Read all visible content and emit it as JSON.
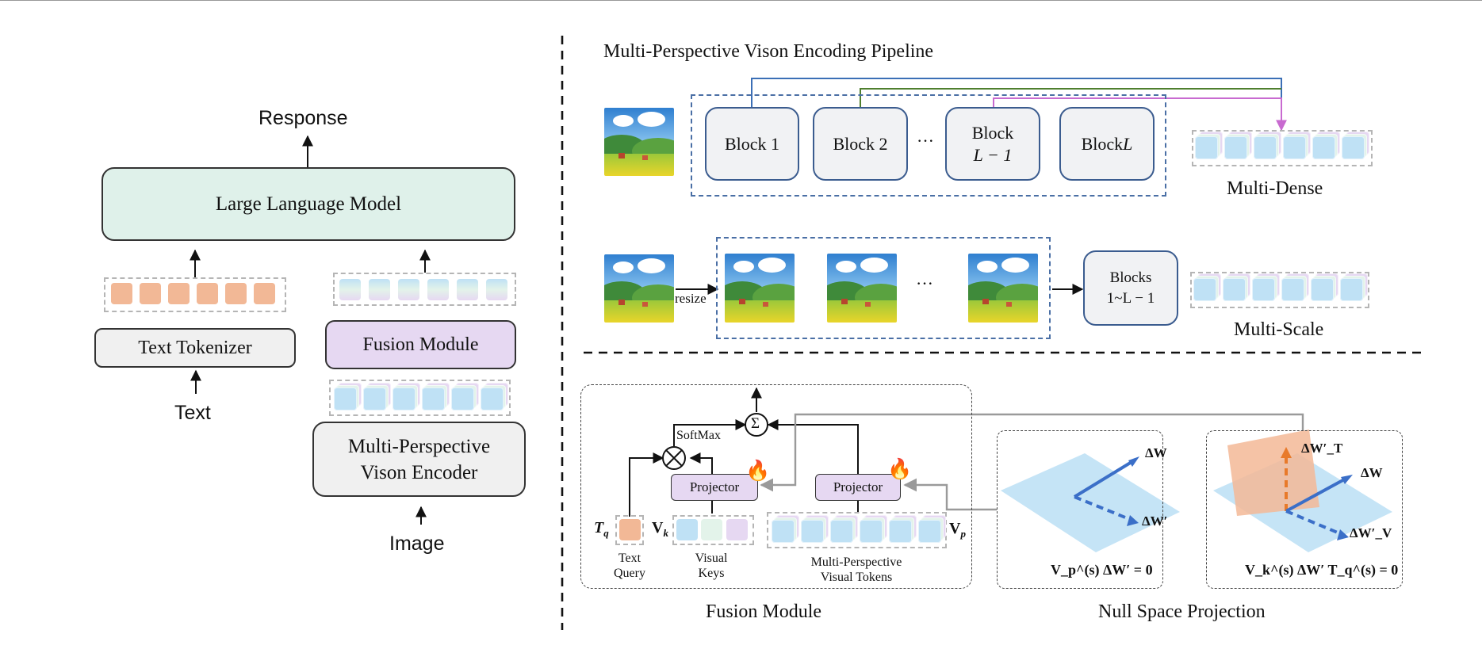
{
  "left": {
    "response": "Response",
    "llm": "Large Language Model",
    "text_tokenizer": "Text Tokenizer",
    "text": "Text",
    "fusion_module": "Fusion Module",
    "encoder_line1": "Multi-Perspective",
    "encoder_line2": "Vison Encoder",
    "image": "Image"
  },
  "pipeline": {
    "title": "Multi-Perspective Vison Encoding Pipeline",
    "block1": "Block 1",
    "block2": "Block 2",
    "ellipsis": "···",
    "block_l1_a": "Block",
    "block_l1_b": "L − 1",
    "block_l_a": "Block ",
    "block_l_b": "L",
    "multi_dense": "Multi-Dense",
    "resize": "resize",
    "ellipsis2": "···",
    "blocks_a": "Blocks",
    "blocks_b": "1~L − 1",
    "multi_scale": "Multi-Scale"
  },
  "fusion": {
    "softmax": "SoftMax",
    "sigma": "Σ",
    "otimes": "⊗",
    "projector1": "Projector",
    "projector2": "Projector",
    "tq": "T",
    "tq_sub": "q",
    "vk": "V",
    "vk_sub": "k",
    "vp": "V",
    "vp_sub": "p",
    "text_query_a": "Text",
    "text_query_b": "Query",
    "visual_keys_a": "Visual",
    "visual_keys_b": "Keys",
    "mpvt_a": "Multi-Perspective",
    "mpvt_b": "Visual  Tokens",
    "caption": "Fusion Module"
  },
  "null_space": {
    "dw": "ΔW",
    "dwp": "ΔW′",
    "eq1": "V_p^(s) ΔW′ = 0",
    "dwt": "ΔW′_T",
    "dw2": "ΔW",
    "dwv": "ΔW′_V",
    "eq2": "V_k^(s) ΔW′ T_q^(s) = 0",
    "caption": "Null Space Projection"
  },
  "colors": {
    "llm_fill": "#dff1ea",
    "fusion_fill": "#e6d8f2",
    "gray_fill": "#f0f0f0",
    "block_fill": "#f1f2f4",
    "block_border": "#3b5c8f",
    "text_token": "#f2b896",
    "arrow_blue": "#3b6fb6",
    "arrow_green": "#4f7f2e",
    "arrow_pink": "#c86ad0",
    "plane_blue": "#bfe1f5",
    "plane_orange": "#f3b896",
    "vec_blue": "#3b6fc8",
    "vec_orange": "#e87a2a"
  },
  "icons": [
    "fire-icon",
    "landscape-thumbnail-icon",
    "sum-icon",
    "multiply-icon"
  ]
}
